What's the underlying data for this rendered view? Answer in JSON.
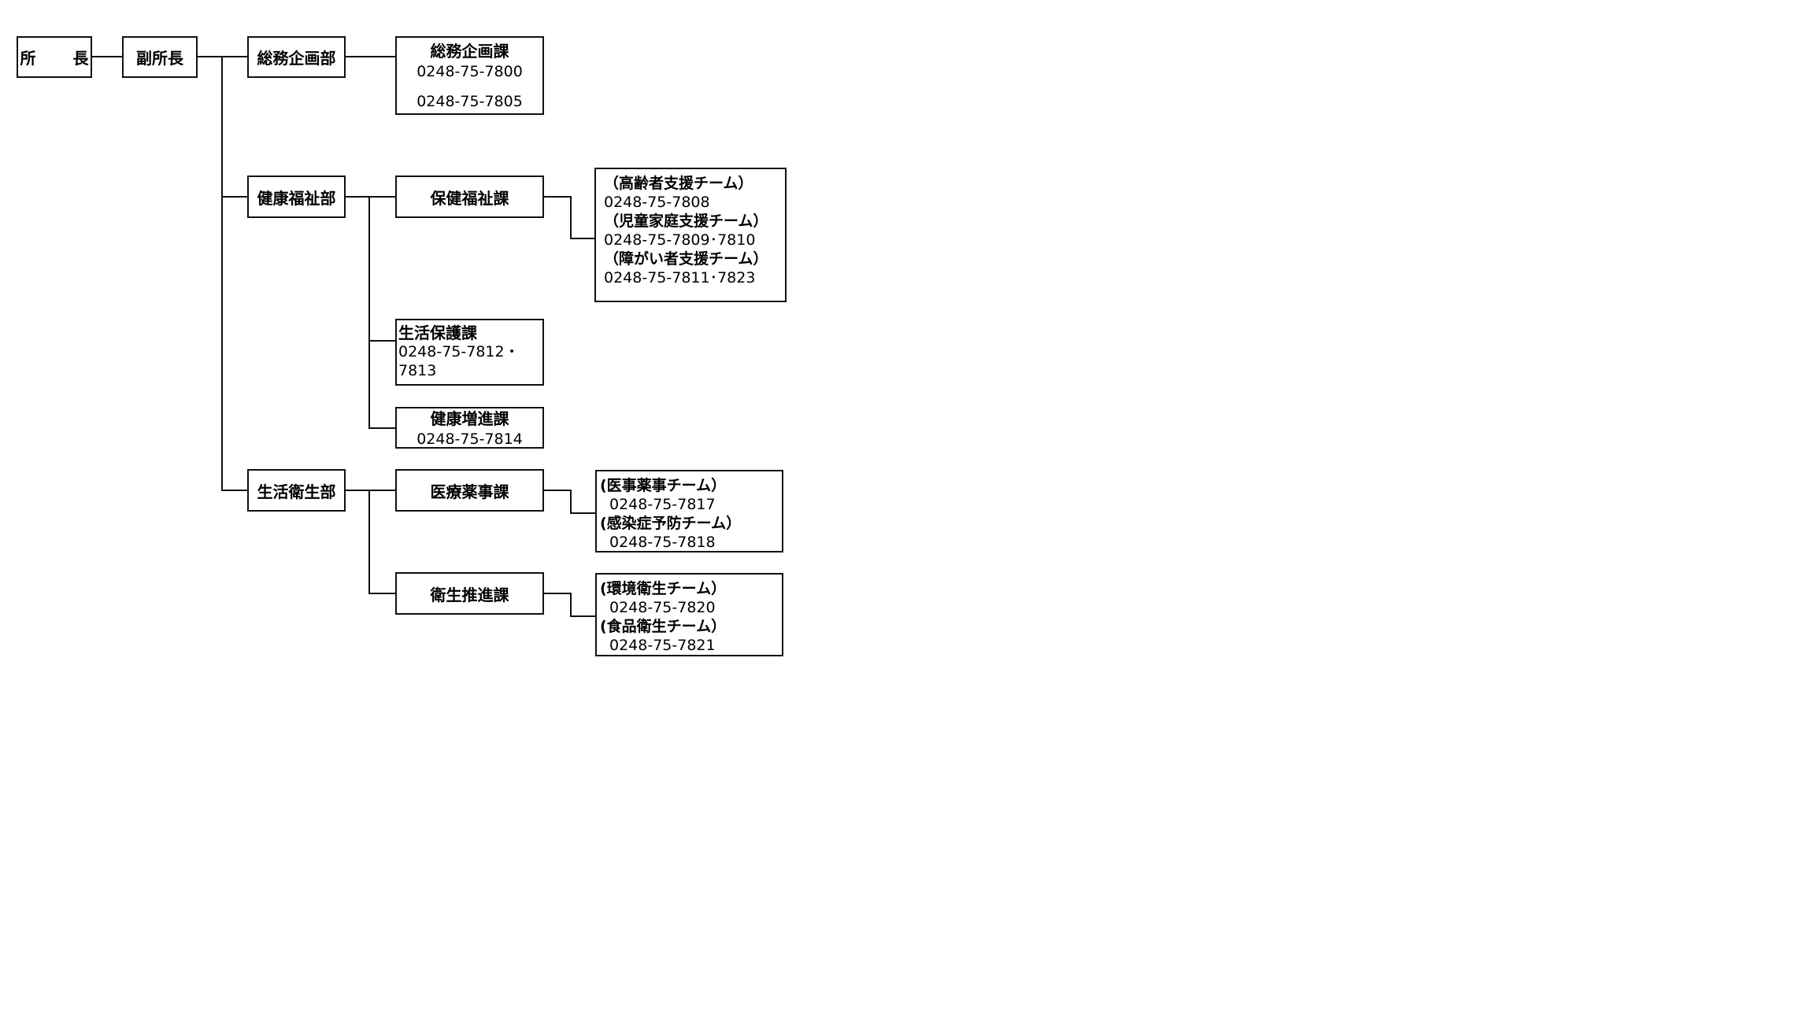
{
  "org": {
    "director": "所 長",
    "deputy": "副所長",
    "departments": {
      "general_affairs": "総務企画部",
      "health_welfare": "健康福祉部",
      "life_hygiene": "生活衛生部"
    },
    "sections": {
      "general_planning": {
        "name": "総務企画課",
        "phones": [
          "0248-75-7800",
          "0248-75-7805"
        ]
      },
      "health_welfare": {
        "name": "保健福祉課"
      },
      "livelihood_protection": {
        "name": "生活保護課",
        "phone_line1": "0248-75-7812・",
        "phone_line2": "7813"
      },
      "health_promotion": {
        "name": "健康増進課",
        "phone": "0248-75-7814"
      },
      "medical_pharma": {
        "name": "医療薬事課"
      },
      "hygiene_promotion": {
        "name": "衛生推進課"
      }
    },
    "teams": {
      "health_welfare": [
        {
          "name": "（高齢者支援チーム）",
          "phone": "0248-75-7808"
        },
        {
          "name": "（児童家庭支援チーム）",
          "phone": "0248-75-7809･7810"
        },
        {
          "name": "（障がい者支援チーム）",
          "phone": "0248-75-7811･7823"
        }
      ],
      "medical_pharma": [
        {
          "name": "(医事薬事チーム）",
          "phone": "0248-75-7817"
        },
        {
          "name": "(感染症予防チーム）",
          "phone": "0248-75-7818"
        }
      ],
      "hygiene_promotion": [
        {
          "name": "(環境衛生チーム）",
          "phone": "0248-75-7820"
        },
        {
          "name": "(食品衛生チーム）",
          "phone": "0248-75-7821"
        }
      ]
    }
  }
}
